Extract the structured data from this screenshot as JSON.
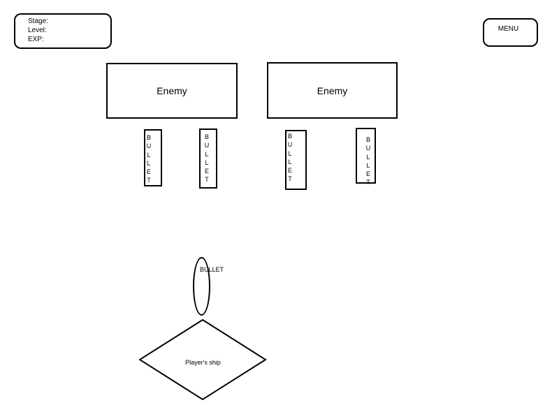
{
  "hud": {
    "stage_label": "Stage:",
    "level_label": "Level:",
    "exp_label": "EXP:"
  },
  "menu": {
    "label": "MENU"
  },
  "enemies": [
    {
      "label": "Enemy"
    },
    {
      "label": "Enemy"
    }
  ],
  "bullets": [
    {
      "label": "BULLET"
    },
    {
      "label": "BULLET"
    },
    {
      "label": "BULLET"
    },
    {
      "label": "BULLET"
    }
  ],
  "player_bullet": {
    "label": "BULLET"
  },
  "player": {
    "label": "Player's ship"
  }
}
